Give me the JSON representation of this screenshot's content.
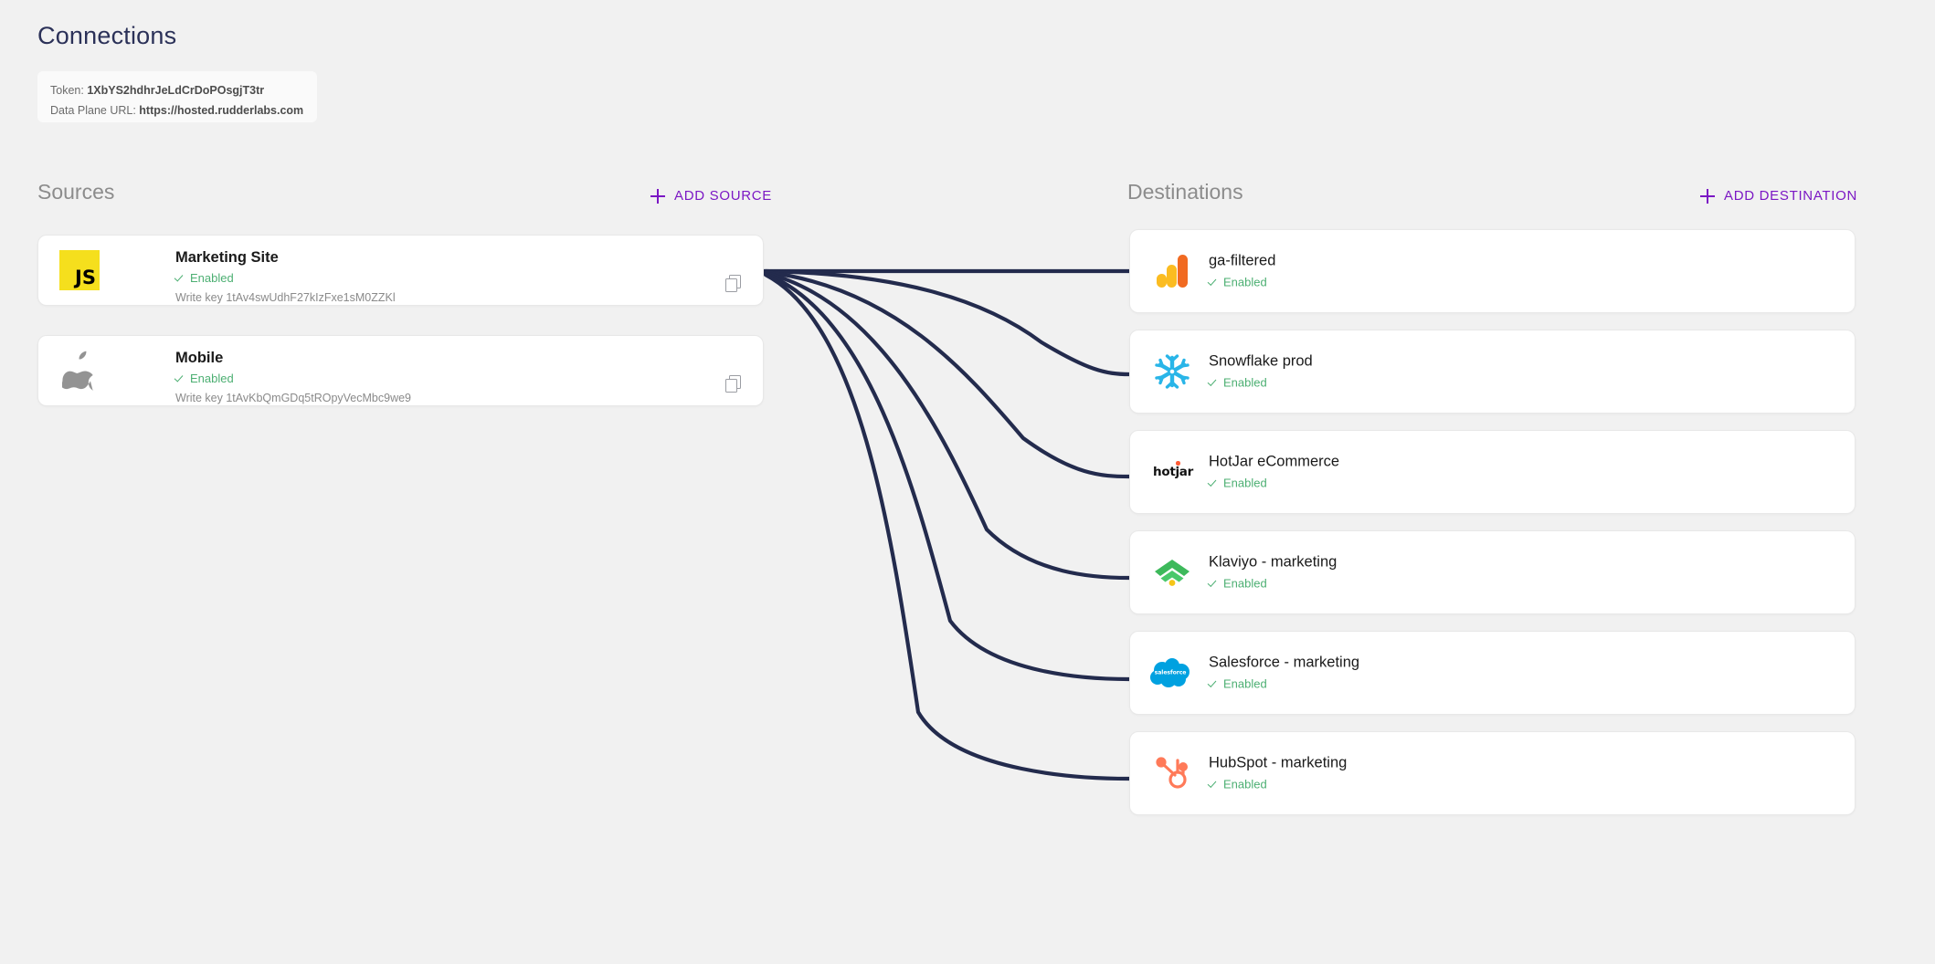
{
  "page": {
    "title": "Connections",
    "background": "#F1F1F1"
  },
  "token_card": {
    "token_label": "Token:",
    "token_value": "1XbYS2hdhrJeLdCrDoPOsgjT3tr",
    "data_plane_label": "Data Plane URL:",
    "data_plane_value": "https://hosted.rudderlabs.com"
  },
  "sources": {
    "heading": "Sources",
    "add_label": "ADD SOURCE",
    "add_icon": "plus-icon",
    "accent": "#7B17C4",
    "items": [
      {
        "name": "Marketing Site",
        "status": "Enabled",
        "write_key_label": "Write key",
        "write_key": "1tAv4swUdhF27kIzFxe1sM0ZZKl",
        "icon": "javascript-icon",
        "icon_text": "JS",
        "icon_color": "#F5DF1D",
        "copy_icon": "copy-icon"
      },
      {
        "name": "Mobile",
        "status": "Enabled",
        "write_key_label": "Write key",
        "write_key": "1tAvKbQmGDq5tROpyVecMbc9we9",
        "icon": "apple-icon",
        "icon_text": "",
        "icon_color": "#939393",
        "copy_icon": "copy-icon"
      }
    ]
  },
  "destinations": {
    "heading": "Destinations",
    "add_label": "ADD DESTINATION",
    "add_icon": "plus-icon",
    "accent": "#7B17C4",
    "items": [
      {
        "name": "ga-filtered",
        "status": "Enabled",
        "icon": "google-analytics-icon"
      },
      {
        "name": "Snowflake prod",
        "status": "Enabled",
        "icon": "snowflake-icon"
      },
      {
        "name": "HotJar eCommerce",
        "status": "Enabled",
        "icon": "hotjar-icon",
        "icon_text": "hotjar"
      },
      {
        "name": "Klaviyo - marketing",
        "status": "Enabled",
        "icon": "klaviyo-icon"
      },
      {
        "name": "Salesforce - marketing",
        "status": "Enabled",
        "icon": "salesforce-icon",
        "icon_text": "salesforce"
      },
      {
        "name": "HubSpot - marketing",
        "status": "Enabled",
        "icon": "hubspot-icon"
      }
    ]
  },
  "connections": {
    "line_color": "#232B4D",
    "count": 6,
    "from_source": "Marketing Site",
    "to_destinations": [
      "ga-filtered",
      "Snowflake prod",
      "HotJar eCommerce",
      "Klaviyo - marketing",
      "Salesforce - marketing",
      "HubSpot - marketing"
    ]
  },
  "status_color": "#4CAF72"
}
